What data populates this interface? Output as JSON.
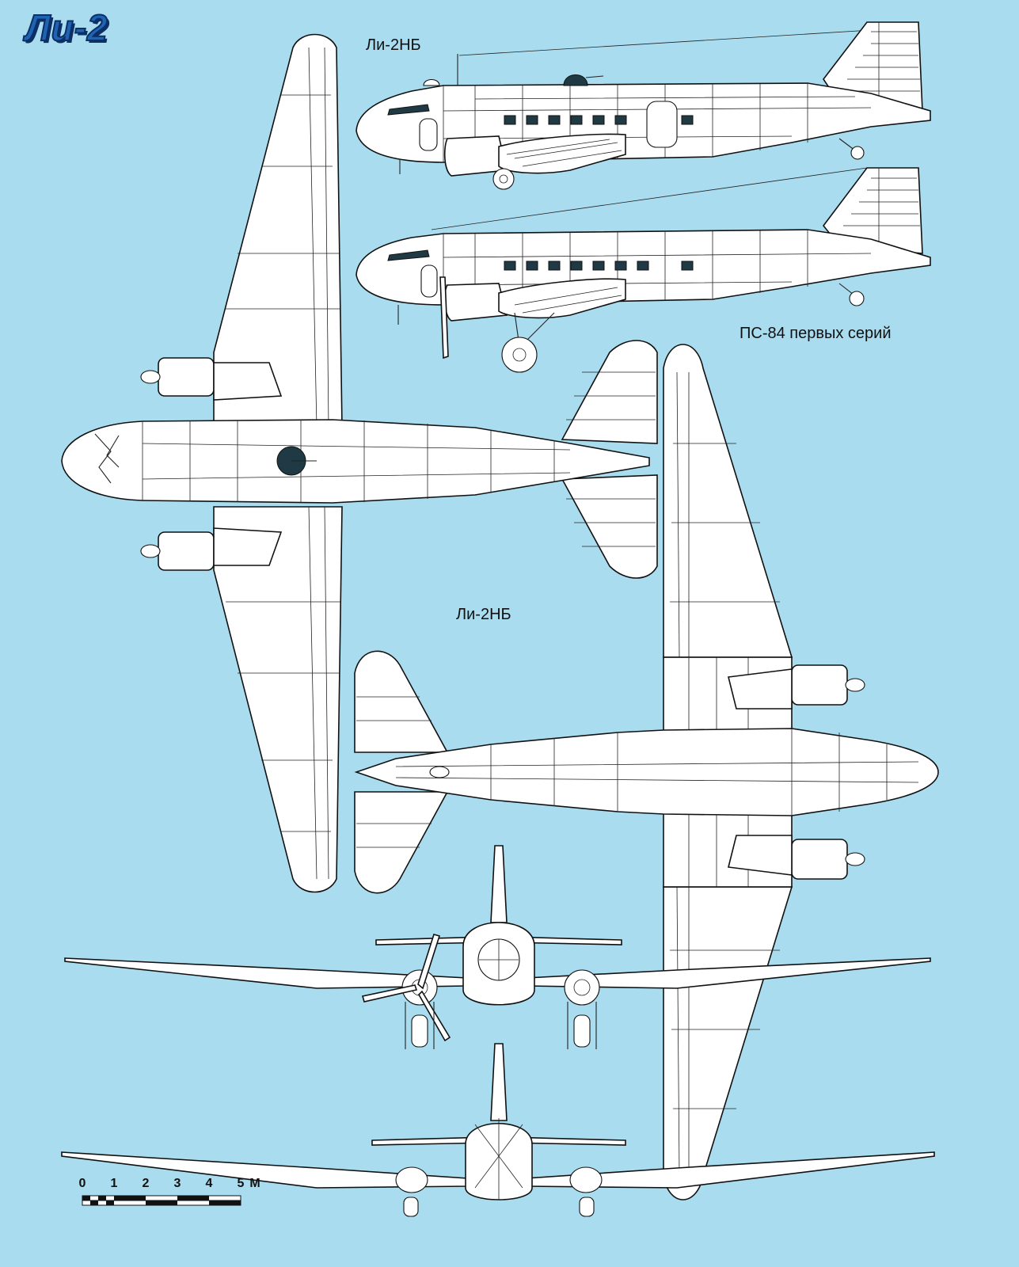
{
  "header": {
    "title": "Ли-2"
  },
  "labels": {
    "top_side_view": "Ли-2НБ",
    "second_side_view": "ПС-84 первых серий",
    "plan_view": "Ли-2НБ"
  },
  "scale_bar": {
    "ticks": [
      "0",
      "1",
      "2",
      "3",
      "4",
      "5"
    ],
    "unit": "М"
  },
  "colors": {
    "background": "#a9dcee",
    "title_fill": "#1f63b5",
    "title_outline": "#0c2f66",
    "line": "#111111"
  }
}
